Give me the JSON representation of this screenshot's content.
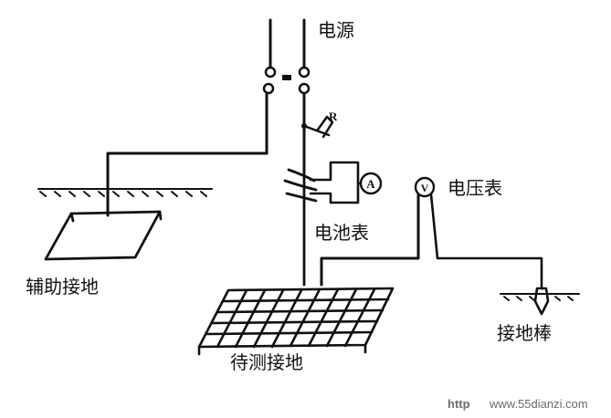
{
  "labels": {
    "power": "电源",
    "resistor": "R",
    "ammeter_symbol": "A",
    "voltmeter_symbol": "V",
    "voltmeter": "电压表",
    "battery_meter": "电池表",
    "auxiliary_ground": "辅助接地",
    "test_ground": "待测接地",
    "ground_rod": "接地棒"
  },
  "watermark": {
    "prefix": "http",
    "site": "www.55dianzi.com"
  },
  "colors": {
    "ink": "#111111",
    "watermark": "#6b6b6b",
    "background": "#ffffff"
  }
}
